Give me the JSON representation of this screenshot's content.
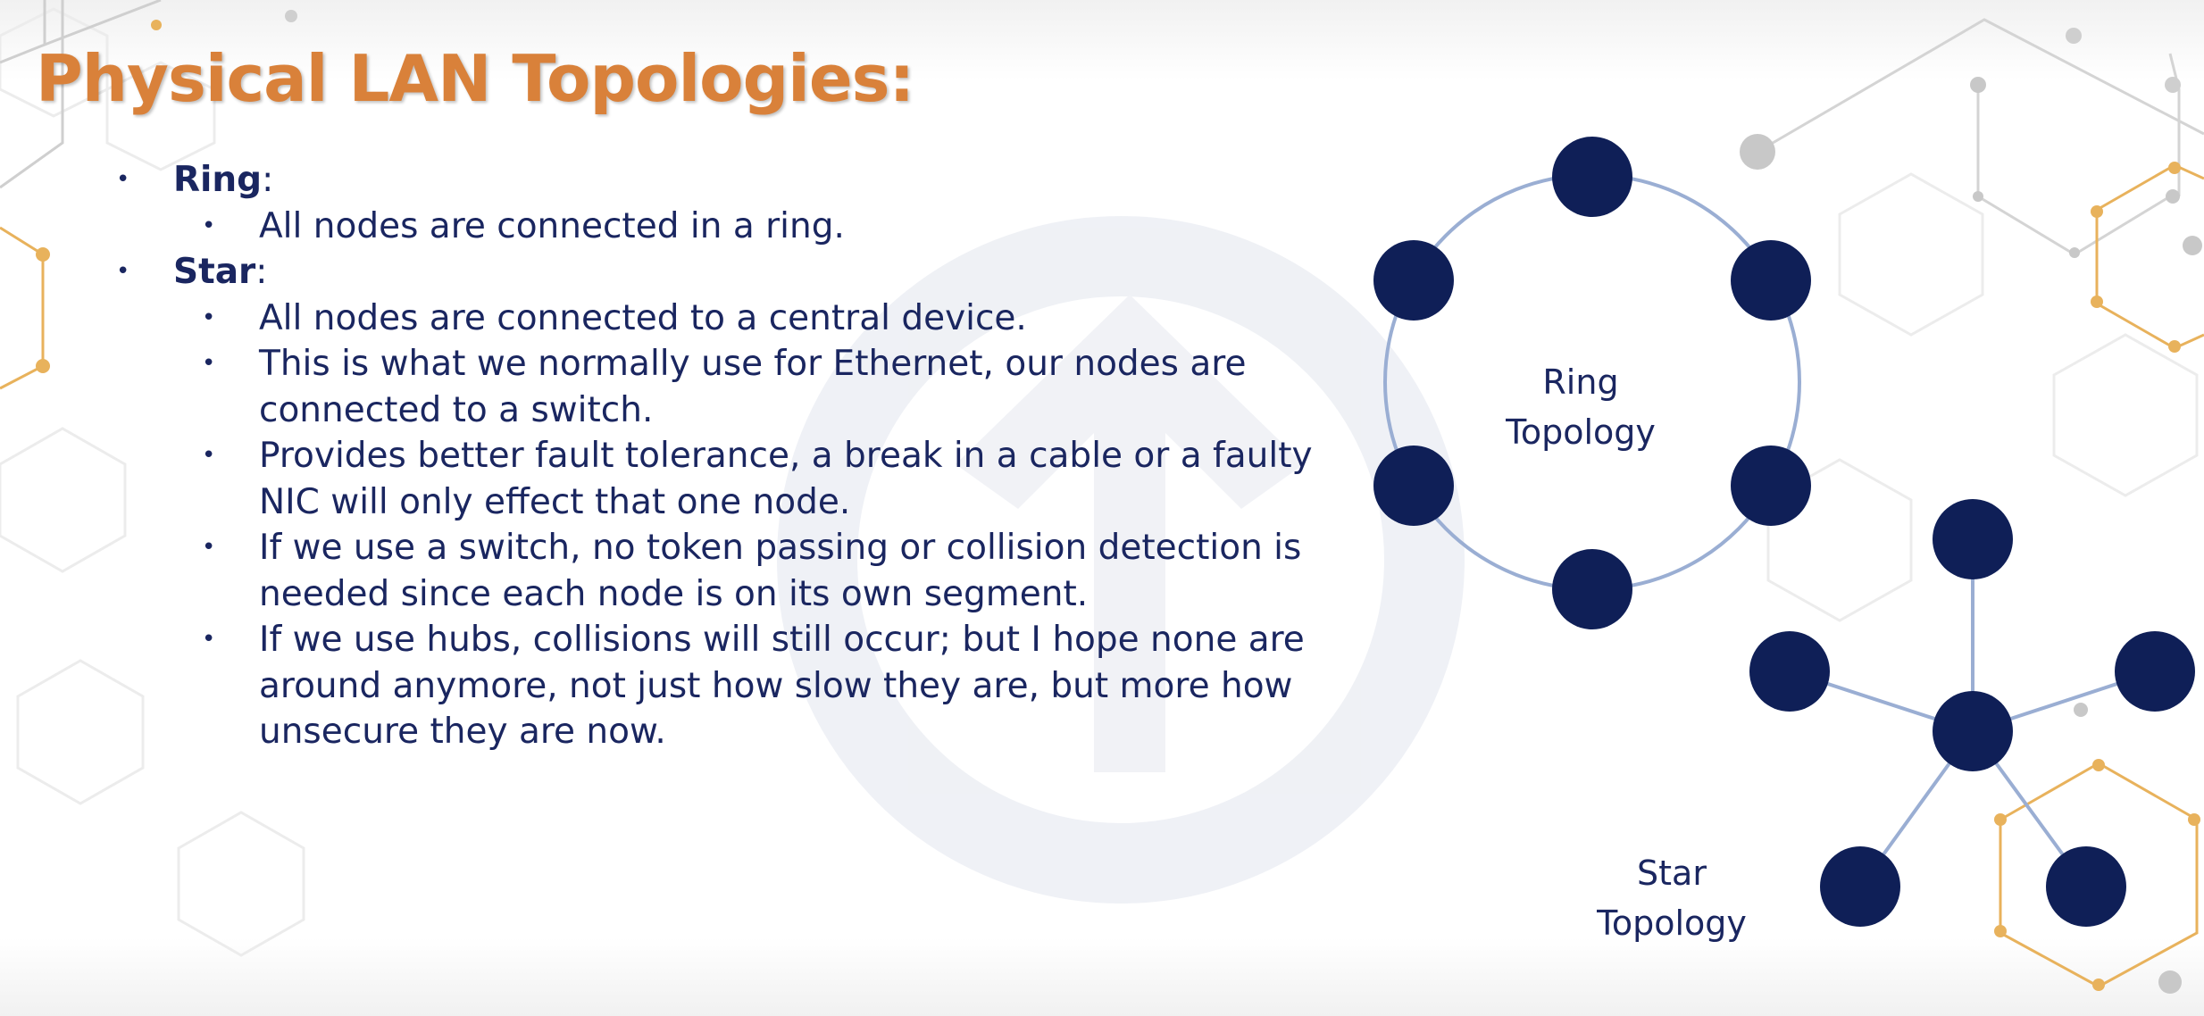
{
  "title": "Physical LAN Topologies:",
  "bullets": [
    {
      "term": "Ring",
      "suffix": ":",
      "subitems": [
        "All nodes are connected in a ring."
      ]
    },
    {
      "term": "Star",
      "suffix": ":",
      "subitems": [
        "All nodes are connected to a central device.",
        "This is what we normally use for Ethernet, our nodes are connected to a switch.",
        "Provides better fault tolerance, a break in a cable or a faulty NIC will only effect that one node.",
        "If we use a switch, no token passing or collision detection is needed since each node is on its own segment.",
        "If we use hubs, collisions will still occur; but I hope none are around anymore, not just how slow they are, but more how unsecure they are now."
      ]
    }
  ],
  "diagrams": {
    "ring_label_line1": "Ring",
    "ring_label_line2": "Topology",
    "star_label_line1": "Star",
    "star_label_line2": "Topology"
  },
  "colors": {
    "title": "#d9813a",
    "text": "#1a2660",
    "node": "#0f1f57",
    "link": "#9aaed3",
    "accent_orange": "#e8b25c",
    "accent_gray": "#c8c8c8"
  },
  "watermark": "up-arrow-circle-logo"
}
